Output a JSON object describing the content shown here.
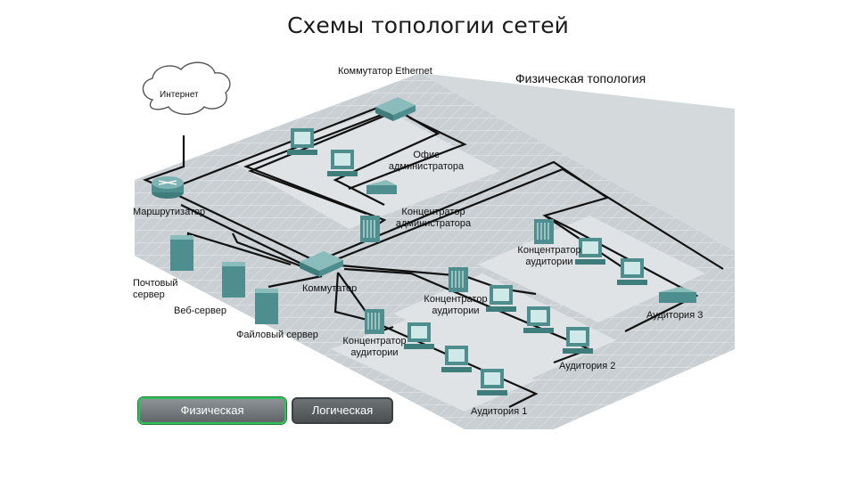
{
  "slide": {
    "title": "Схемы топологии сетей"
  },
  "diagram": {
    "heading": "Физическая топология",
    "nodes": {
      "internet": "Интернет",
      "ethernet_switch": "Коммутатор Ethernet",
      "admin_office": [
        "Офис",
        "администратора"
      ],
      "admin_hub": [
        "Концентратор",
        "администратора"
      ],
      "router": "Маршрутизатор",
      "mail_server": [
        "Почтовый",
        "сервер"
      ],
      "web_server": "Веб-сервер",
      "switch": "Коммутатор",
      "file_server": "Файловый сервер",
      "classroom_hub_3": [
        "Концентратор",
        "аудитории"
      ],
      "classroom_hub_2": [
        "Концентратор",
        "аудитории"
      ],
      "classroom_hub_1": [
        "Концентратор",
        "аудитории"
      ],
      "classroom_3": "Аудитория 3",
      "classroom_2": "Аудитория 2",
      "classroom_1": "Аудитория 1"
    }
  },
  "buttons": {
    "physical": "Физическая",
    "logical": "Логическая"
  },
  "colors": {
    "floor": "#c9cfd2",
    "zone": "#dfe3e5",
    "device": "#4f8e8e",
    "cable": "#111111",
    "active": "#31c05a"
  }
}
